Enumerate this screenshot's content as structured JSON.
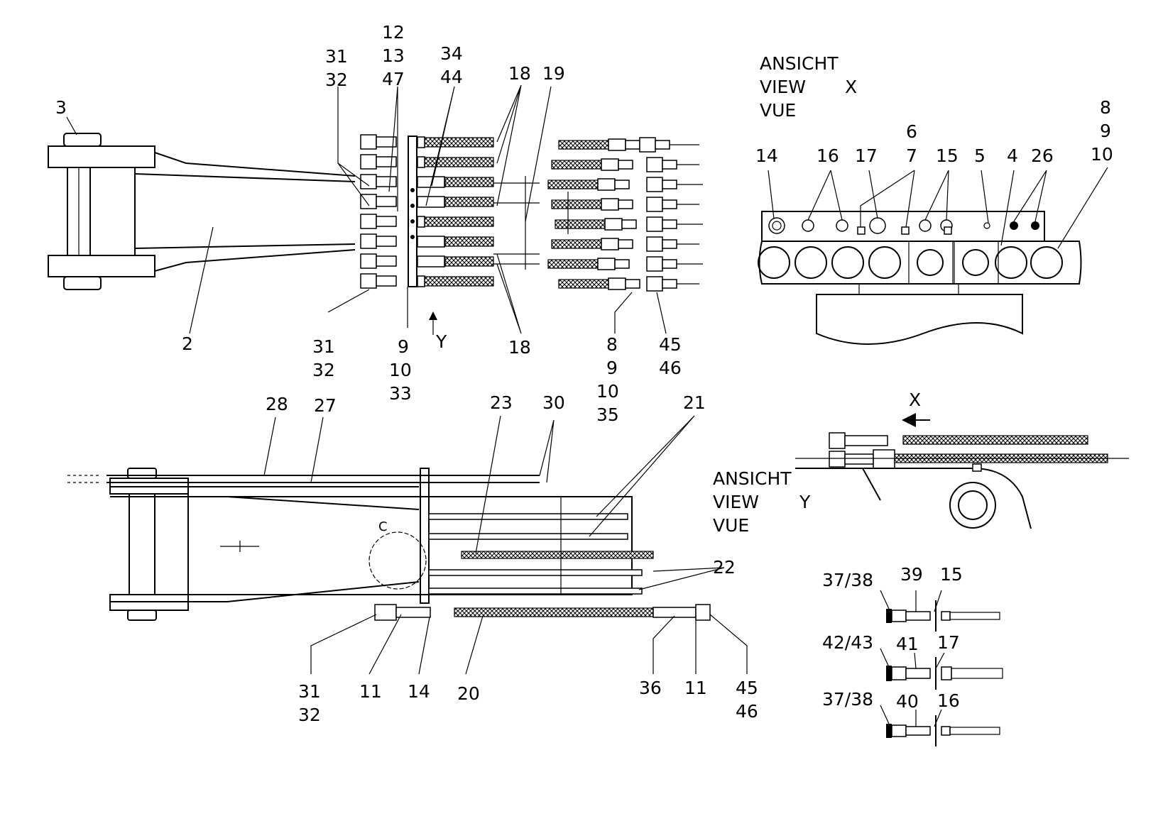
{
  "view_x": {
    "line1": "ANSICHT",
    "line2": "VIEW",
    "line3": "VUE",
    "letter": "X"
  },
  "view_y": {
    "line1": "ANSICHT",
    "line2": "VIEW",
    "line3": "VUE",
    "letter": "Y"
  },
  "arrow_y_label": "Y",
  "arrow_x_label": "X",
  "detail_c_label": "C",
  "callouts": {
    "c3": "3",
    "c2": "2",
    "c31_top_a": "31",
    "c32_top_a": "32",
    "c12": "12",
    "c13": "13",
    "c47": "47",
    "c34": "34",
    "c44": "44",
    "c18_top": "18",
    "c19": "19",
    "c31_top_b": "31",
    "c32_top_b": "32",
    "c9_top": "9",
    "c10_top": "10",
    "c33": "33",
    "c18_bottom": "18",
    "c8_top": "8",
    "c9_mid": "9",
    "c10_mid": "10",
    "c35": "35",
    "c45_top": "45",
    "c46_top": "46",
    "vx_8": "8",
    "vx_9": "9",
    "vx_10": "10",
    "vx_14": "14",
    "vx_16": "16",
    "vx_17": "17",
    "vx_6": "6",
    "vx_7": "7",
    "vx_15": "15",
    "vx_5": "5",
    "vx_4": "4",
    "vx_26": "26",
    "c28": "28",
    "c27": "27",
    "c23": "23",
    "c30": "30",
    "c21": "21",
    "c22": "22",
    "c31_bot": "31",
    "c32_bot": "32",
    "c11_a": "11",
    "c14": "14",
    "c20": "20",
    "c36": "36",
    "c11_b": "11",
    "c45_bot": "45",
    "c46_bot": "46",
    "d_3738_a": "37/38",
    "d_39": "39",
    "d_15": "15",
    "d_4243": "42/43",
    "d_41": "41",
    "d_17": "17",
    "d_3738_b": "37/38",
    "d_40": "40",
    "d_16": "16"
  }
}
